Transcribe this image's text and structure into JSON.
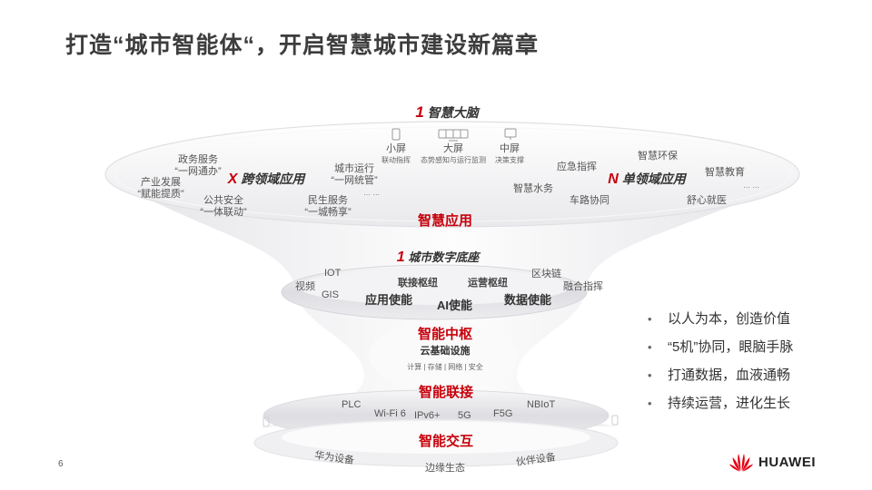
{
  "title": "打造“城市智能体“，开启智慧城市建设新篇章",
  "top_layer": {
    "brain_num": "1",
    "brain_label": "智慧大脑",
    "screens": [
      {
        "label": "小屏",
        "sub": "联动指挥"
      },
      {
        "label": "大屏",
        "sub": "态势感知与运行监测"
      },
      {
        "label": "中屏",
        "sub": "决策支撑"
      }
    ],
    "x_apps": {
      "num": "X",
      "label": "跨领域应用",
      "items": [
        {
          "label": "政务服务",
          "sub": "“一网通办”"
        },
        {
          "label": "产业发展",
          "sub": "“赋能提质”"
        },
        {
          "label": "城市运行",
          "sub": "“一网统管”"
        },
        {
          "label": "公共安全",
          "sub": "“一体联动”"
        },
        {
          "label": "民生服务",
          "sub": "“一城畅享”"
        }
      ],
      "ellipsis": "… …"
    },
    "n_apps": {
      "num": "N",
      "label": "单领域应用",
      "items": [
        "智慧环保",
        "应急指挥",
        "智慧教育",
        "智慧水务",
        "车路协同",
        "舒心就医"
      ],
      "ellipsis": "… …"
    },
    "smart_app": "智慧应用"
  },
  "middle_layer": {
    "base_num": "1",
    "base_label": "城市数字底座",
    "tags": [
      "IOT",
      "视频",
      "GIS",
      "联接枢纽",
      "运营枢纽",
      "区块链",
      "融合指挥"
    ],
    "enablers": [
      "应用使能",
      "AI使能",
      "数据使能"
    ],
    "hub": "智能中枢",
    "cloud": "云基础设施",
    "cloud_sub": "计算 | 存储 | 网络 | 安全"
  },
  "bottom_layer": {
    "connect": "智能联接",
    "protocols": [
      "PLC",
      "Wi-Fi 6",
      "IPv6+",
      "5G",
      "F5G",
      "NBIoT"
    ],
    "interact": "智能交互",
    "ecosystem": [
      "华为设备",
      "边缘生态",
      "伙伴设备"
    ]
  },
  "bullets": [
    "以人为本，创造价值",
    "“5机”协同，眼脑手脉",
    "打通数据，血液通畅",
    "持续运营，进化生长"
  ],
  "bullet_symbol": "•",
  "page_number": "6",
  "brand": {
    "name": "HUAWEI",
    "color": "#e60012"
  },
  "colors": {
    "accent_red": "#c7000b",
    "text_dark": "#333333"
  }
}
